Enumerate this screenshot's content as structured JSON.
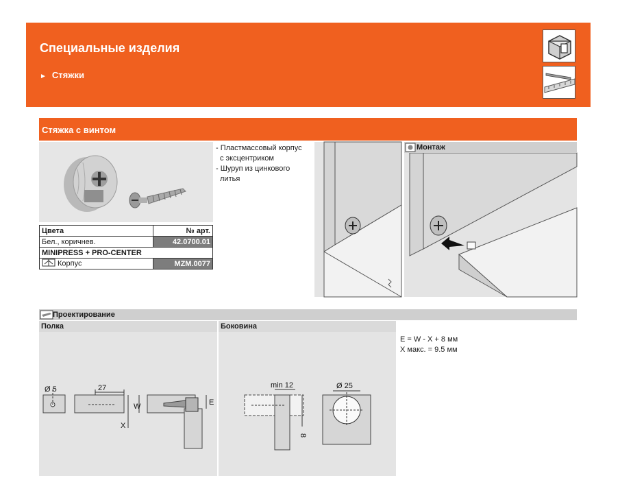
{
  "header": {
    "title": "Специальные изделия",
    "subtitle": "Стяжки",
    "subtitle_marker": "►",
    "category_icons": [
      "connector-fitting-icon",
      "ruler-pencil-icon"
    ]
  },
  "section": {
    "title": "Стяжка с винтом"
  },
  "description": {
    "lines": [
      "- Пластмассовый корпус",
      "с эксцентриком",
      "- Шуруп из цинкового",
      "литья"
    ]
  },
  "table": {
    "col_color": "Цвета",
    "col_article": "№ арт.",
    "rows": [
      {
        "color": "Бел., коричнев.",
        "article": "42.0700.01"
      }
    ],
    "subheading": "MINIPRESS + PRO-CENTER",
    "corpus_label": "Корпус",
    "corpus_article": "MZM.0077"
  },
  "mounting": {
    "label": "Монтаж"
  },
  "design": {
    "label": "Проектирование",
    "col_shelf": "Полка",
    "col_side": "Боковина",
    "dims": {
      "d5": "Ø 5",
      "d27": "27",
      "w": "W",
      "x": "X",
      "e": "E",
      "min12": "min 12",
      "d25": "Ø 25",
      "eight": "8"
    }
  },
  "formula": {
    "line1": "E = W - X + 8 мм",
    "line2": "X макс. = 9.5 мм"
  },
  "colors": {
    "brand_orange": "#f0601f",
    "panel_gray": "#e4e4e4",
    "article_gray": "#7d7d7d"
  }
}
